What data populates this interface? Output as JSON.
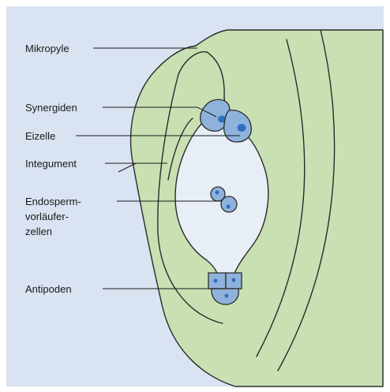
{
  "labels": {
    "mikropyle": "Mikropyle",
    "synergiden": "Synergiden",
    "eizelle": "Eizelle",
    "integument": "Integument",
    "endosperm_line1": "Endosperm-",
    "endosperm_line2": "vorläufer-",
    "endosperm_line3": "zellen",
    "antipoden": "Antipoden"
  },
  "colors": {
    "background_panel": "#d9e3f1",
    "tissue": "#c9e0b3",
    "embryo_sac": "#e8eef5",
    "cell": "#8fb2dc",
    "nucleus": "#2f6fc0"
  }
}
